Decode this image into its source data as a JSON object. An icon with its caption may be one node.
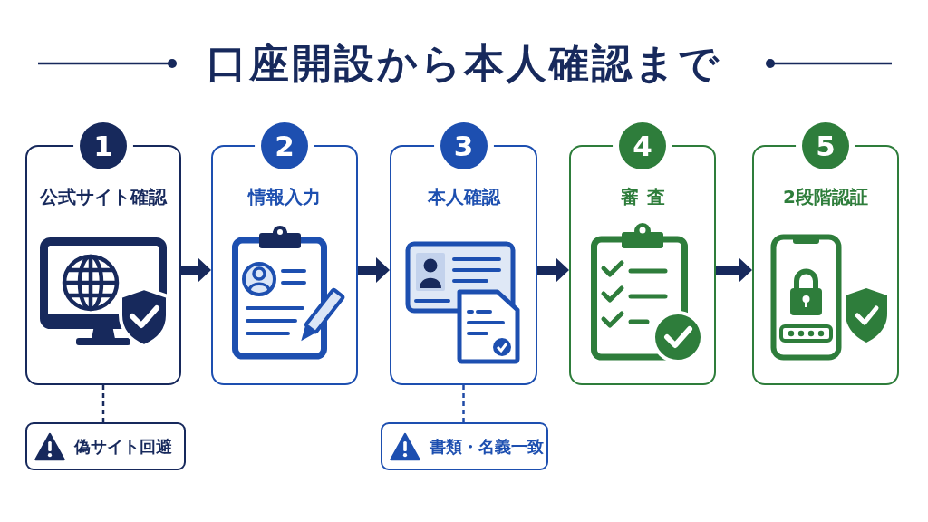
{
  "diagram": {
    "title": "口座開設から本人確認まで",
    "nodes": [
      {
        "text": [
          "1",
          "公式サイト確認"
        ]
      },
      {
        "text": [
          "2",
          "情報入力"
        ]
      },
      {
        "text": [
          "3",
          "本人確認"
        ]
      },
      {
        "text": [
          "4",
          "審査"
        ]
      },
      {
        "text": [
          "5",
          "2段階認証"
        ]
      },
      {
        "text": [
          "偽サイト回避"
        ]
      },
      {
        "text": [
          "書類・名義一致"
        ]
      }
    ],
    "edges": [
      {
        "from": 0,
        "to": 1,
        "arrow": "to"
      },
      {
        "from": 1,
        "to": 2,
        "arrow": "to"
      },
      {
        "from": 2,
        "to": 3,
        "arrow": "to"
      },
      {
        "from": 3,
        "to": 4,
        "arrow": "to"
      },
      {
        "from": 0,
        "to": 5,
        "arrow": "none",
        "style": "dashed"
      },
      {
        "from": 2,
        "to": 6,
        "arrow": "none",
        "style": "dashed",
        "color": "#1f4aa6"
      }
    ]
  }
}
